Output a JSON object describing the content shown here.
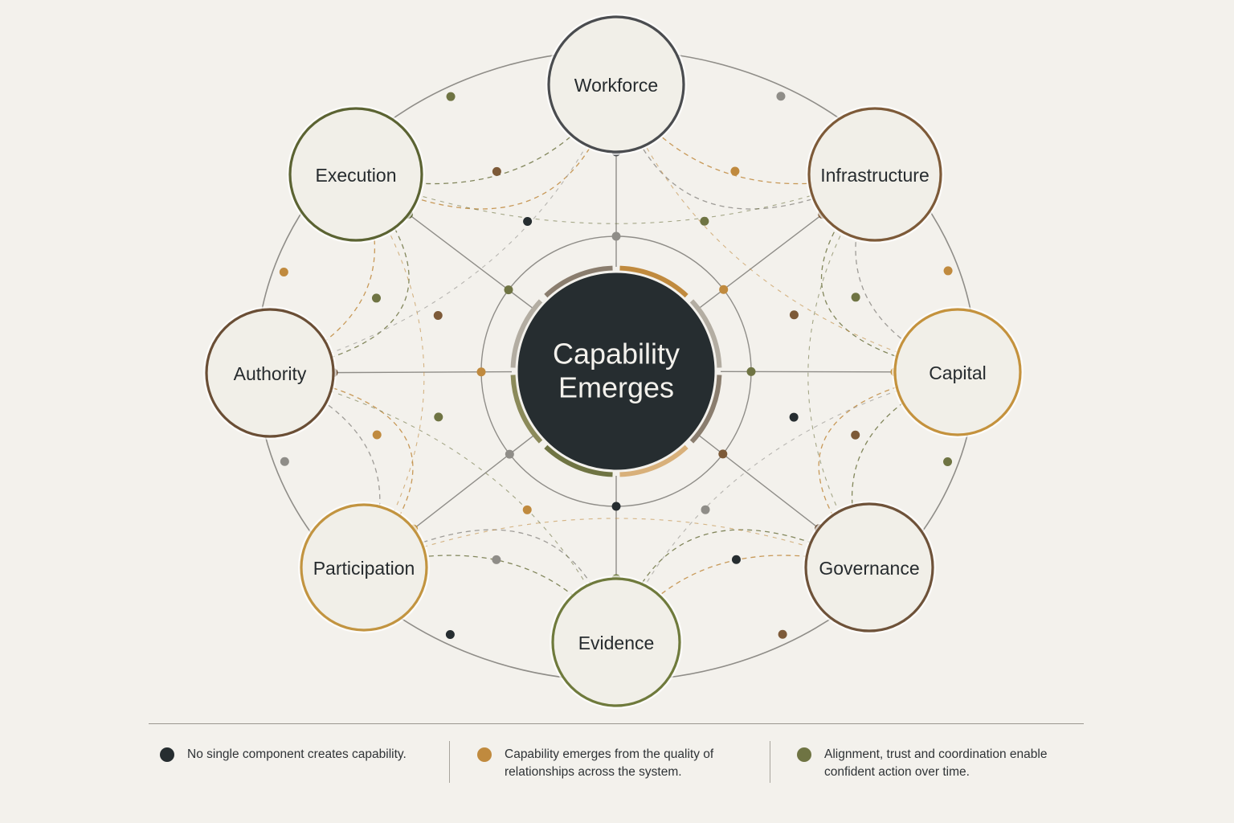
{
  "center": {
    "label_line1": "Capability",
    "label_line2": "Emerges",
    "color": "#262d30"
  },
  "nodes": [
    {
      "id": "workforce",
      "label": "Workforce",
      "color": "#4a4c4f"
    },
    {
      "id": "infrastructure",
      "label": "Infrastructure",
      "color": "#7d5a38"
    },
    {
      "id": "capital",
      "label": "Capital",
      "color": "#c4923d"
    },
    {
      "id": "governance",
      "label": "Governance",
      "color": "#6e5239"
    },
    {
      "id": "evidence",
      "label": "Evidence",
      "color": "#6f7a3c"
    },
    {
      "id": "participation",
      "label": "Participation",
      "color": "#c29440"
    },
    {
      "id": "authority",
      "label": "Authority",
      "color": "#6a4e35"
    },
    {
      "id": "execution",
      "label": "Execution",
      "color": "#5b6332"
    }
  ],
  "palette": {
    "background": "#f3f1ec",
    "node_fill": "#f1efe8",
    "line_gray": "#8f8d88",
    "accent_gold": "#c08a3e",
    "accent_olive": "#6f7443",
    "accent_dark": "#262d30",
    "accent_brown": "#7d5a38"
  },
  "legend": [
    {
      "text": "No single component creates capability.",
      "color": "#262d30"
    },
    {
      "text": "Capability emerges from the quality of\nrelationships across the system.",
      "color": "#c08a3e"
    },
    {
      "text": "Alignment, trust and coordination enable\nconfident action over time.",
      "color": "#6f7443"
    }
  ]
}
